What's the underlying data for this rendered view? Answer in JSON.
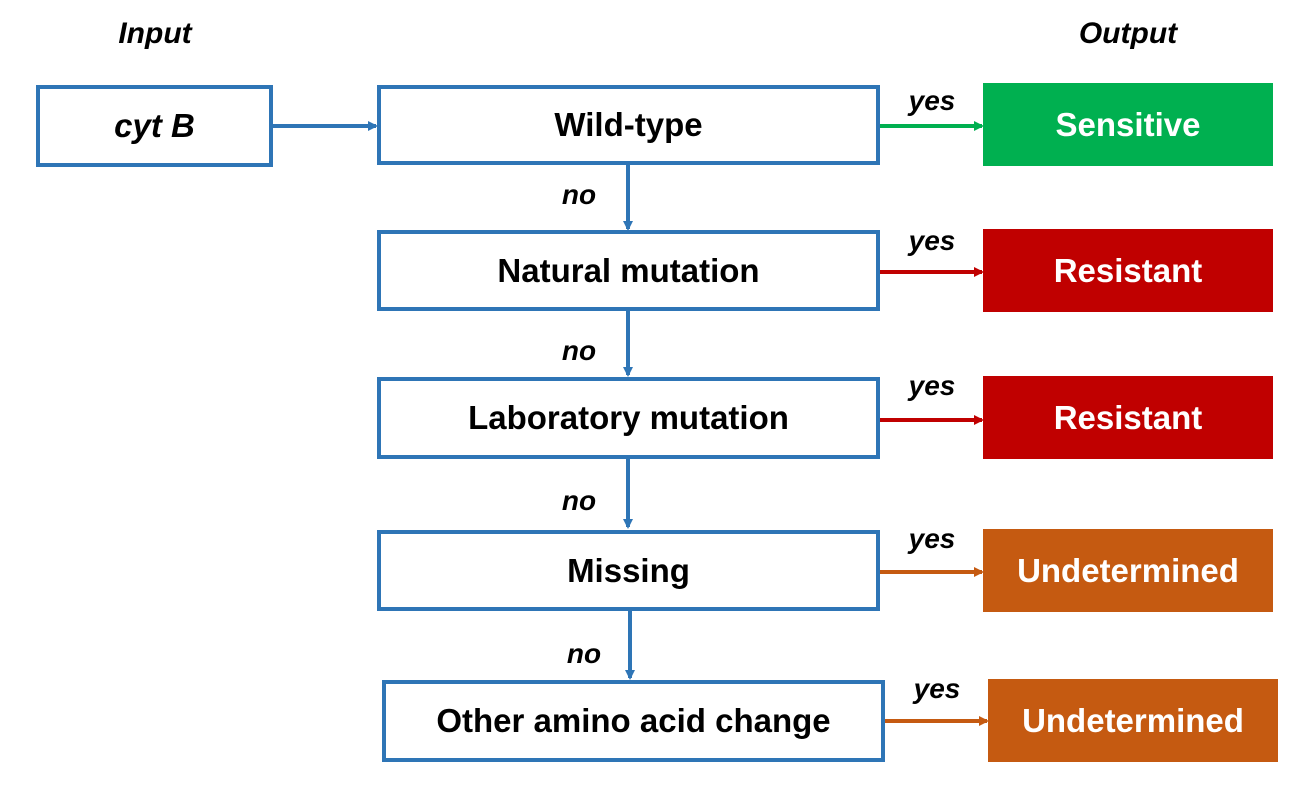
{
  "headers": {
    "input": "Input",
    "output": "Output"
  },
  "input_box": {
    "label": "cyt B"
  },
  "steps": [
    {
      "label": "Wild-type"
    },
    {
      "label": "Natural mutation"
    },
    {
      "label": "Laboratory mutation"
    },
    {
      "label": "Missing"
    },
    {
      "label": "Other amino acid change"
    }
  ],
  "outcomes": [
    {
      "label": "Sensitive",
      "color": "#00B050"
    },
    {
      "label": "Resistant",
      "color": "#C00000"
    },
    {
      "label": "Resistant",
      "color": "#C00000"
    },
    {
      "label": "Undetermined",
      "color": "#C55A11"
    },
    {
      "label": "Undetermined",
      "color": "#C55A11"
    }
  ],
  "edge_labels": {
    "yes": [
      "yes",
      "yes",
      "yes",
      "yes",
      "yes"
    ],
    "no": [
      "no",
      "no",
      "no",
      "no"
    ]
  },
  "colors": {
    "box_border": "#2E75B6",
    "flow_arrow": "#2E75B6"
  }
}
